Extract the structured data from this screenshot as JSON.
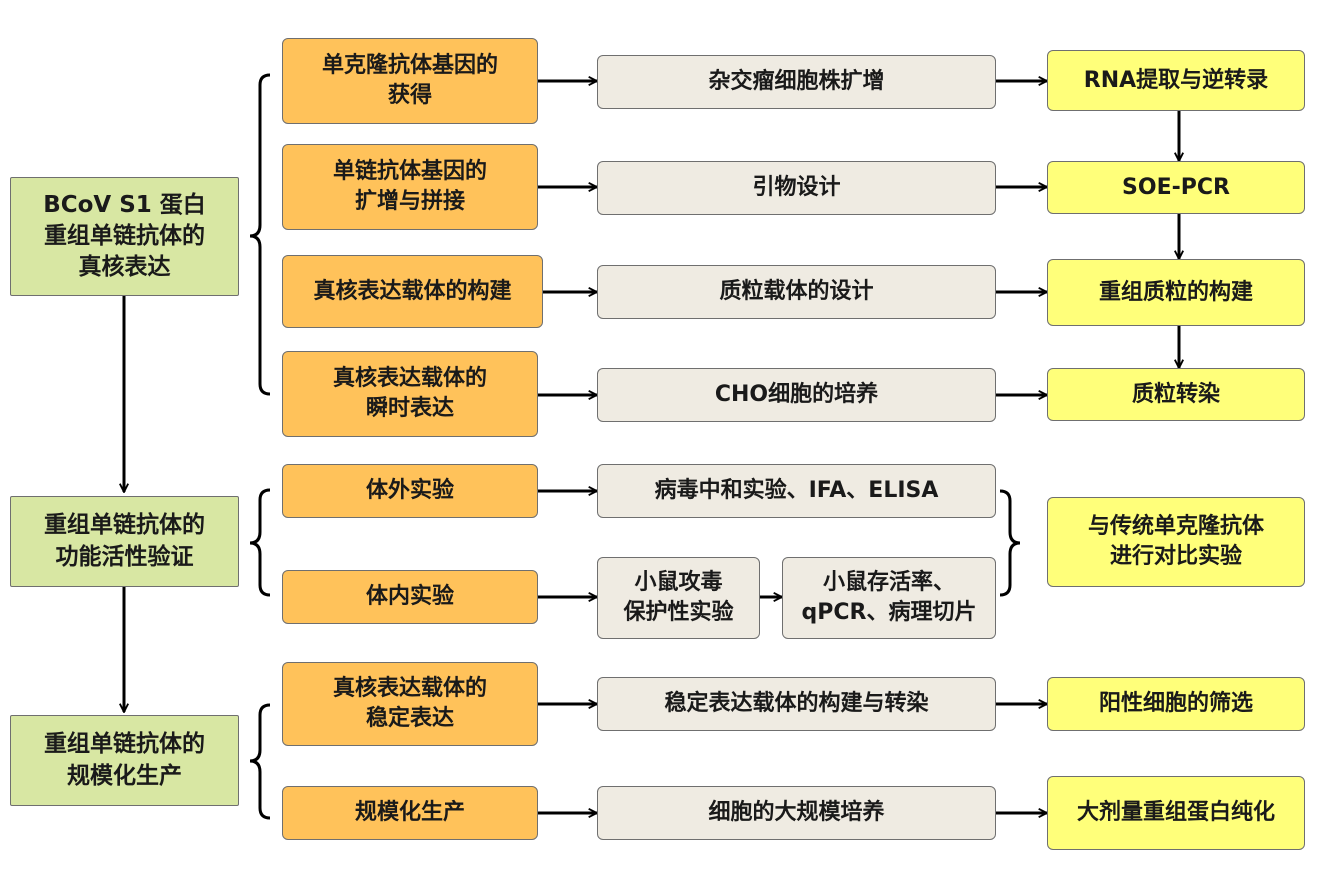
{
  "stages": {
    "s1": "BCoV S1 蛋白\n重组单链抗体的\n真核表达",
    "s2": "重组单链抗体的\n功能活性验证",
    "s3": "重组单链抗体的\n规模化生产"
  },
  "steps": {
    "a1": "单克隆抗体基因的\n获得",
    "a2": "单链抗体基因的\n扩增与拼接",
    "a3": "真核表达载体的构建",
    "a4": "真核表达载体的\n瞬时表达",
    "b1": "体外实验",
    "b2": "体内实验",
    "c1": "真核表达载体的\n稳定表达",
    "c2": "规模化生产"
  },
  "methods": {
    "a1": "杂交瘤细胞株扩增",
    "a2": "引物设计",
    "a3": "质粒载体的设计",
    "a4": "CHO细胞的培养",
    "b1": "病毒中和实验、IFA、ELISA",
    "b2a": "小鼠攻毒\n保护性实验",
    "b2b": "小鼠存活率、\nqPCR、病理切片",
    "c1": "稳定表达载体的构建与转染",
    "c2": "细胞的大规模培养"
  },
  "results": {
    "a1": "RNA提取与逆转录",
    "a2": "SOE-PCR",
    "a3": "重组质粒的构建",
    "a4": "质粒转染",
    "b": "与传统单克隆抗体\n进行对比实验",
    "c1": "阳性细胞的筛选",
    "c2": "大剂量重组蛋白纯化"
  }
}
